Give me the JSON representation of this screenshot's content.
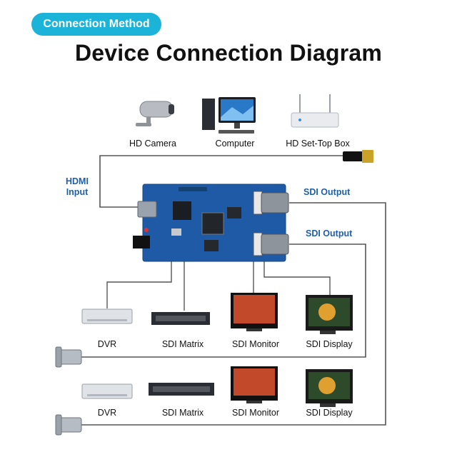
{
  "badge": "Connection Method",
  "title": "Device Connection Diagram",
  "sources": [
    "HD Camera",
    "Computer",
    "HD Set-Top Box"
  ],
  "hdmi_input": [
    "HDMI",
    "Input"
  ],
  "sdi_output_1": "SDI Output",
  "sdi_output_2": "SDI Output",
  "row1": [
    "DVR",
    "SDI Matrix",
    "SDI Monitor",
    "SDI Display"
  ],
  "row2": [
    "DVR",
    "SDI Matrix",
    "SDI Monitor",
    "SDI Display"
  ],
  "colors": {
    "badge": "#1bb4d8",
    "board": "#1f5aa6",
    "label_blue": "#1f5fa8",
    "wire": "#555555"
  }
}
